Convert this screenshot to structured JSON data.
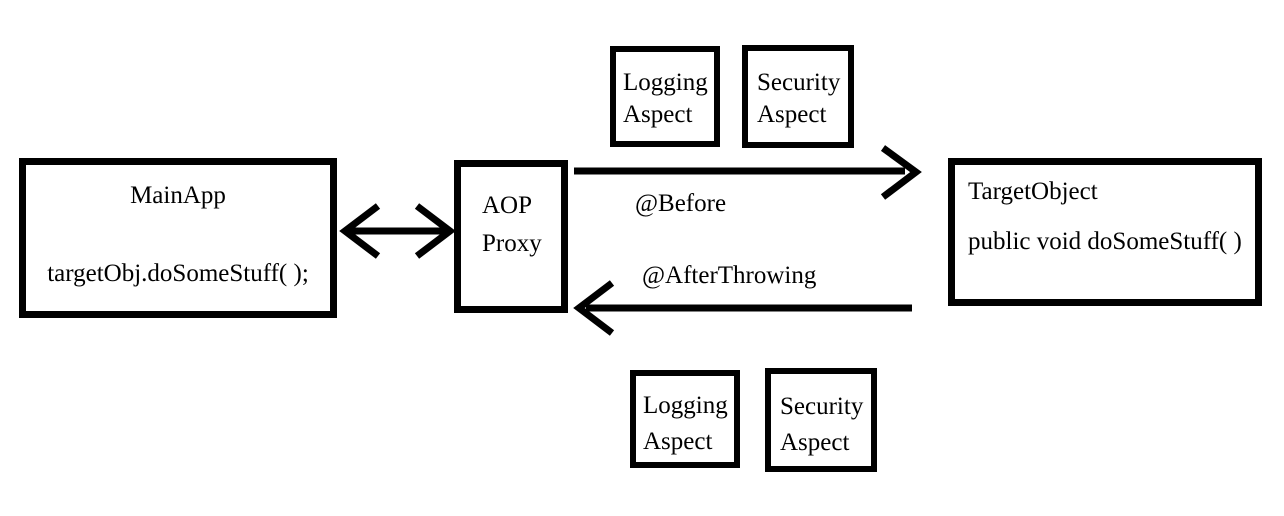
{
  "canvas": {
    "background": "#ffffff",
    "stroke_color": "#000000"
  },
  "nodes": {
    "main_app": {
      "title": "MainApp",
      "code": "targetObj.doSomeStuff( );"
    },
    "aop_proxy": {
      "line1": "AOP",
      "line2": "Proxy"
    },
    "target_object": {
      "title": "TargetObject",
      "signature": "public void doSomeStuff( )"
    },
    "top_aspects": [
      {
        "line1": "Logging",
        "line2": "Aspect"
      },
      {
        "line1": "Security",
        "line2": "Aspect"
      }
    ],
    "bottom_aspects": [
      {
        "line1": "Logging",
        "line2": "Aspect"
      },
      {
        "line1": "Security",
        "line2": "Aspect"
      }
    ]
  },
  "arrows": {
    "before_label": "@Before",
    "after_throwing_label": "@AfterThrowing"
  }
}
